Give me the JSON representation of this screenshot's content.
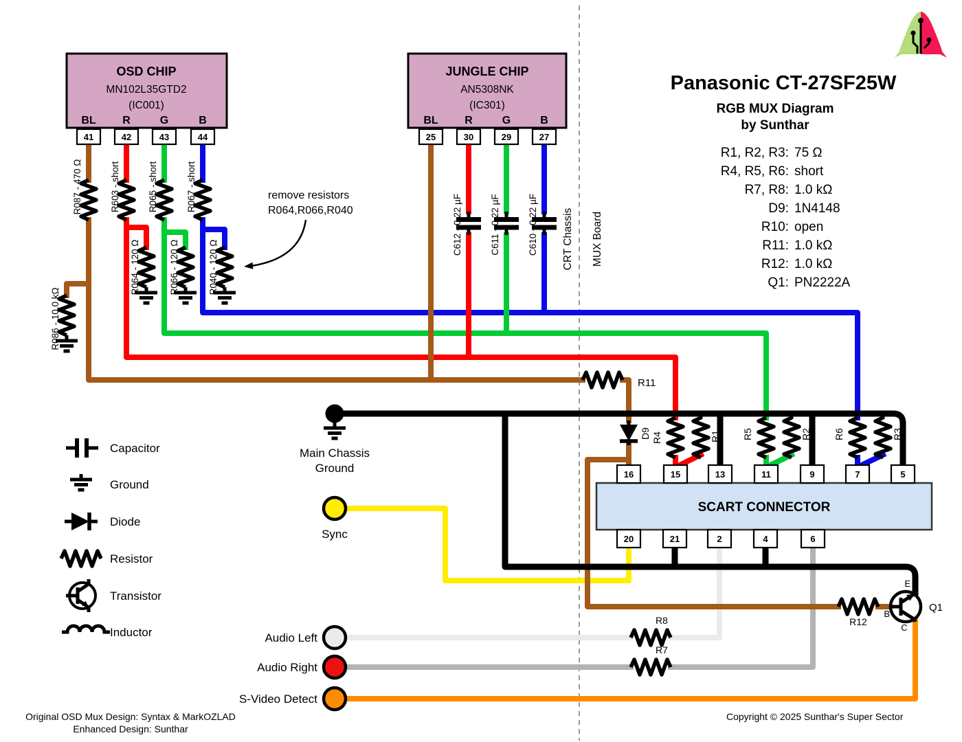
{
  "title": {
    "product": "Panasonic CT-27SF25W",
    "subtitle": "RGB MUX Diagram",
    "byline": "by Sunthar"
  },
  "parts": [
    {
      "label": "R1, R2, R3:",
      "value": "75 Ω"
    },
    {
      "label": "R4, R5, R6:",
      "value": "short"
    },
    {
      "label": "R7, R8:",
      "value": "1.0 kΩ"
    },
    {
      "label": "D9:",
      "value": "1N4148"
    },
    {
      "label": "R10:",
      "value": "open"
    },
    {
      "label": "R11:",
      "value": "1.0 kΩ"
    },
    {
      "label": "R12:",
      "value": "1.0 kΩ"
    },
    {
      "label": "Q1:",
      "value": "PN2222A"
    }
  ],
  "osd_chip": {
    "title": "OSD CHIP",
    "part": "MN102L35GTD2",
    "ic": "(IC001)",
    "pins": [
      {
        "label": "BL",
        "number": "41"
      },
      {
        "label": "R",
        "number": "42"
      },
      {
        "label": "G",
        "number": "43"
      },
      {
        "label": "B",
        "number": "44"
      }
    ]
  },
  "jungle_chip": {
    "title": "JUNGLE CHIP",
    "part": "AN5308NK",
    "ic": "(IC301)",
    "pins": [
      {
        "label": "BL",
        "number": "25"
      },
      {
        "label": "R",
        "number": "30"
      },
      {
        "label": "G",
        "number": "29"
      },
      {
        "label": "B",
        "number": "27"
      }
    ]
  },
  "labels": {
    "r087": "R087 - 470 Ω",
    "r603": "R603 - short",
    "r065": "R065 - short",
    "r067": "R067 - short",
    "r064": "R064 - 120 Ω",
    "r066": "R066 - 120 Ω",
    "r040": "R040 - 120 Ω",
    "r086": "R086 - 10.0 kΩ",
    "c612": "C612 - 0.22 µF",
    "c611": "C611 - 0.22 µF",
    "c610": "C610 - 0.22 µF",
    "r11": "R11",
    "d9": "D9",
    "r4": "R4",
    "r1": "R1",
    "r5": "R5",
    "r2": "R2",
    "r6": "R6",
    "r3": "R3",
    "r8": "R8",
    "r7": "R7",
    "r12": "R12",
    "q1": "Q1",
    "e": "E",
    "b": "B",
    "c": "C"
  },
  "divider": {
    "left": "CRT Chassis",
    "right": "MUX Board"
  },
  "annotation": {
    "line1": "remove resistors",
    "line2": "R064,R066,R040"
  },
  "scart": {
    "title": "SCART CONNECTOR",
    "top_pins": [
      "16",
      "15",
      "13",
      "11",
      "9",
      "7",
      "5"
    ],
    "bottom_pins": [
      "20",
      "21",
      "2",
      "4",
      "6"
    ]
  },
  "io": {
    "ground1": "Main Chassis",
    "ground2": "Ground",
    "sync": "Sync",
    "audio_left": "Audio Left",
    "audio_right": "Audio Right",
    "svideo": "S-Video Detect"
  },
  "legend": [
    {
      "symbol": "capacitor",
      "label": "Capacitor"
    },
    {
      "symbol": "ground",
      "label": "Ground"
    },
    {
      "symbol": "diode",
      "label": "Diode"
    },
    {
      "symbol": "resistor",
      "label": "Resistor"
    },
    {
      "symbol": "transistor",
      "label": "Transistor"
    },
    {
      "symbol": "inductor",
      "label": "Inductor"
    }
  ],
  "footer": {
    "credit1": "Original OSD Mux Design: Syntax & MarkOZLAD",
    "credit2": "Enhanced Design: Sunthar",
    "copyright": "Copyright © 2025 Sunthar's Super Sector"
  },
  "colors": {
    "brown": "#A45A18",
    "red": "#FF0000",
    "green": "#00CC33",
    "blue": "#0A0AE6",
    "yellow": "#FFEE00",
    "orange": "#FF8C00",
    "audio_left_gray": "#EBEBEB",
    "audio_right_gray": "#B3B3B3",
    "chip_fill": "#D5A6C4",
    "scart_fill": "#D2E2F5",
    "logo_green": "#B5DC7D",
    "logo_pink": "#F41952"
  }
}
